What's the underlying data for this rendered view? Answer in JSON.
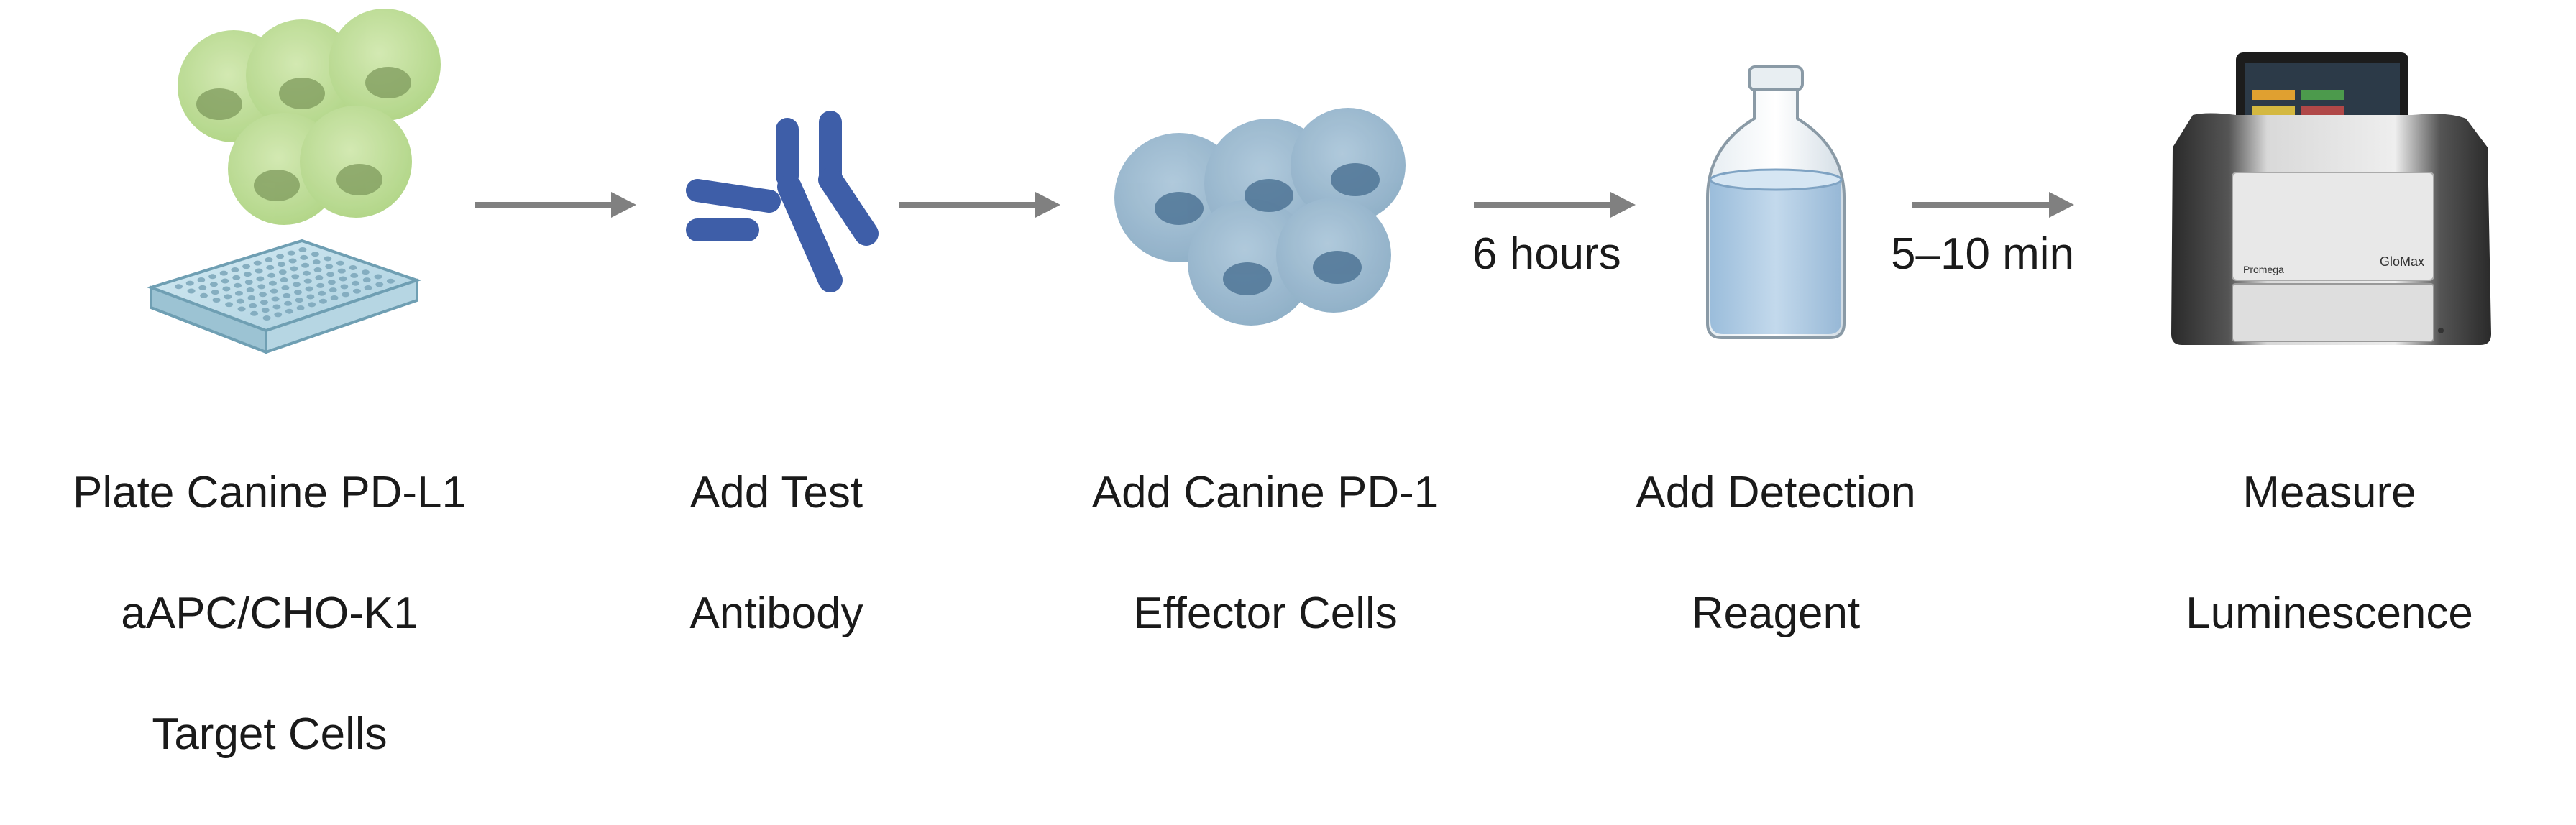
{
  "diagram": {
    "steps": [
      {
        "id": "plate-target-cells",
        "lines": [
          "Plate Canine PD-L1",
          "aAPC/CHO-K1",
          "Target Cells"
        ],
        "icon": "green-cells-and-plate-icon"
      },
      {
        "id": "add-test-antibody",
        "lines": [
          "Add Test",
          "Antibody"
        ],
        "icon": "antibody-icon"
      },
      {
        "id": "add-effector-cells",
        "lines": [
          "Add Canine PD-1",
          "Effector Cells"
        ],
        "icon": "blue-cells-icon"
      },
      {
        "id": "add-detection-reagent",
        "lines": [
          "Add Detection",
          "Reagent"
        ],
        "icon": "reagent-bottle-icon"
      },
      {
        "id": "measure-luminescence",
        "lines": [
          "Measure",
          "Luminescence"
        ],
        "icon": "luminometer-icon"
      }
    ],
    "arrows": [
      {
        "label": ""
      },
      {
        "label": ""
      },
      {
        "label": "6 hours"
      },
      {
        "label": "5–10 min"
      }
    ],
    "instrument": {
      "brand": "Promega",
      "model": "GloMax"
    }
  },
  "colors": {
    "green_cell": "#b5d98a",
    "green_nucleus": "#7e9a5c",
    "blue_cell": "#8fb2cc",
    "blue_nucleus": "#4f7596",
    "antibody": "#3e5ea8",
    "arrow": "#808080",
    "liquid": "#a8c6e2",
    "text": "#1a1a1a"
  }
}
